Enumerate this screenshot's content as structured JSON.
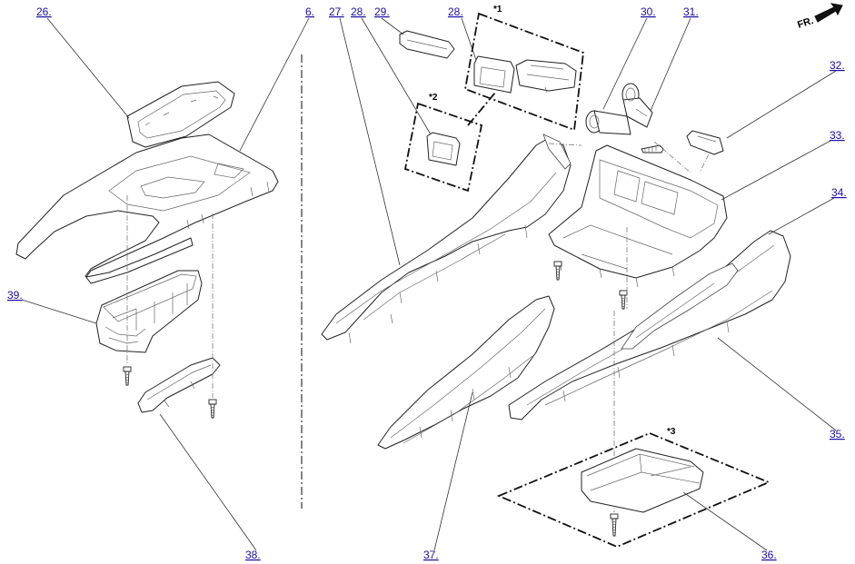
{
  "diagram": {
    "orientation": "FR.",
    "callouts": [
      {
        "id": "c26",
        "label": "26."
      },
      {
        "id": "c6",
        "label": "6."
      },
      {
        "id": "c27",
        "label": "27."
      },
      {
        "id": "c28a",
        "label": "28."
      },
      {
        "id": "c29",
        "label": "29."
      },
      {
        "id": "c28b",
        "label": "28."
      },
      {
        "id": "c30",
        "label": "30."
      },
      {
        "id": "c31",
        "label": "31."
      },
      {
        "id": "c32",
        "label": "32."
      },
      {
        "id": "c33",
        "label": "33."
      },
      {
        "id": "c34",
        "label": "34."
      },
      {
        "id": "c39",
        "label": "39."
      },
      {
        "id": "c35",
        "label": "35."
      },
      {
        "id": "c36",
        "label": "36."
      },
      {
        "id": "c37",
        "label": "37."
      },
      {
        "id": "c38",
        "label": "38."
      }
    ],
    "notes": [
      {
        "id": "n1",
        "label": "*1"
      },
      {
        "id": "n2",
        "label": "*2"
      },
      {
        "id": "n3",
        "label": "*3"
      }
    ]
  }
}
